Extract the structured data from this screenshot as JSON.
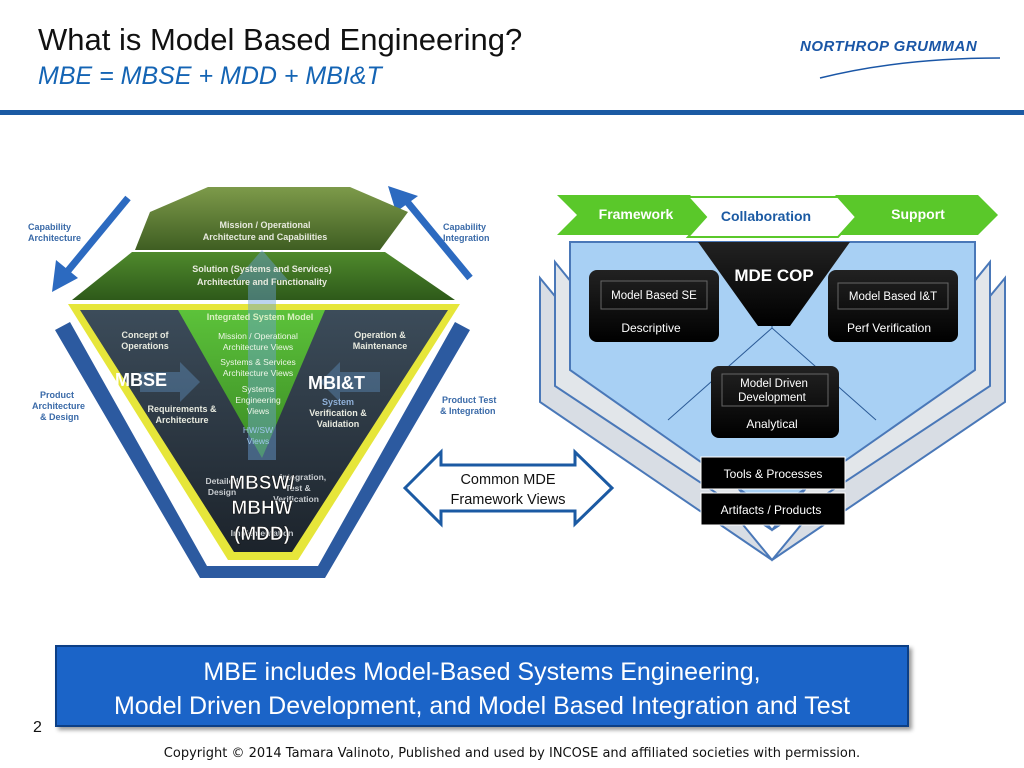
{
  "header": {
    "title": "What is Model Based Engineering?",
    "subtitle": "MBE = MBSE + MDD + MBI&T",
    "logo_text": "NORTHROP GRUMMAN"
  },
  "left_diagram": {
    "side_labels": {
      "capability_architecture": [
        "Capability",
        "Architecture"
      ],
      "capability_integration": [
        "Capability",
        "Integration"
      ],
      "product_architecture": [
        "Product",
        "Architecture",
        "& Design"
      ],
      "product_test": [
        "Product Test",
        "& Integration"
      ]
    },
    "layers": {
      "mission": [
        "Mission / Operational",
        "Architecture and Capabilities"
      ],
      "solution": [
        "Solution (Systems and Services)",
        "Architecture and Functionality"
      ],
      "integrated_system_model": "Integrated System Model",
      "concept": [
        "Concept of",
        "Operations"
      ],
      "operation": [
        "Operation &",
        "Maintenance"
      ],
      "requirements": [
        "Requirements &",
        "Architecture"
      ],
      "verification": [
        "System",
        "Verification &",
        "Validation"
      ],
      "center_views": [
        "Mission / Operational",
        "Architecture Views",
        "Systems & Services",
        "Architecture Views",
        "Systems",
        "Engineering",
        "Views",
        "HW/SW",
        "Views"
      ],
      "detailed": [
        "Detailed",
        "Design"
      ],
      "integration_test": [
        "Integration,",
        "Test &",
        "Verification"
      ],
      "implementation": "Implementation"
    },
    "overlay_labels": {
      "mbse": "MBSE",
      "mbit": "MBI&T",
      "mdd": [
        "MBSW/",
        "MBHW",
        "(MDD)"
      ]
    }
  },
  "arrow_label": [
    "Common MDE",
    "Framework Views"
  ],
  "right_diagram": {
    "chevrons": [
      "Framework",
      "Collaboration",
      "Support"
    ],
    "cop": "MDE COP",
    "boxes": {
      "mbse": {
        "title": "Model Based SE",
        "sub": "Descriptive"
      },
      "mbit": {
        "title": "Model Based I&T",
        "sub": "Perf Verification"
      },
      "mdd": {
        "title": [
          "Model Driven",
          "Development"
        ],
        "sub": "Analytical"
      },
      "tools": "Tools & Processes",
      "artifacts": "Artifacts / Products"
    }
  },
  "callout": {
    "line1": "MBE includes Model-Based Systems Engineering,",
    "line2": "Model Driven Development, and Model Based Integration and Test"
  },
  "footer": {
    "page_number": "2",
    "copyright": "Copyright © 2014 Tamara Valinoto, Published and used by INCOSE and affiliated societies with permission."
  },
  "colors": {
    "brand_blue": "#1b5aa3",
    "chevron_green": "#5ac82a",
    "callout_blue": "#1b64c8"
  }
}
